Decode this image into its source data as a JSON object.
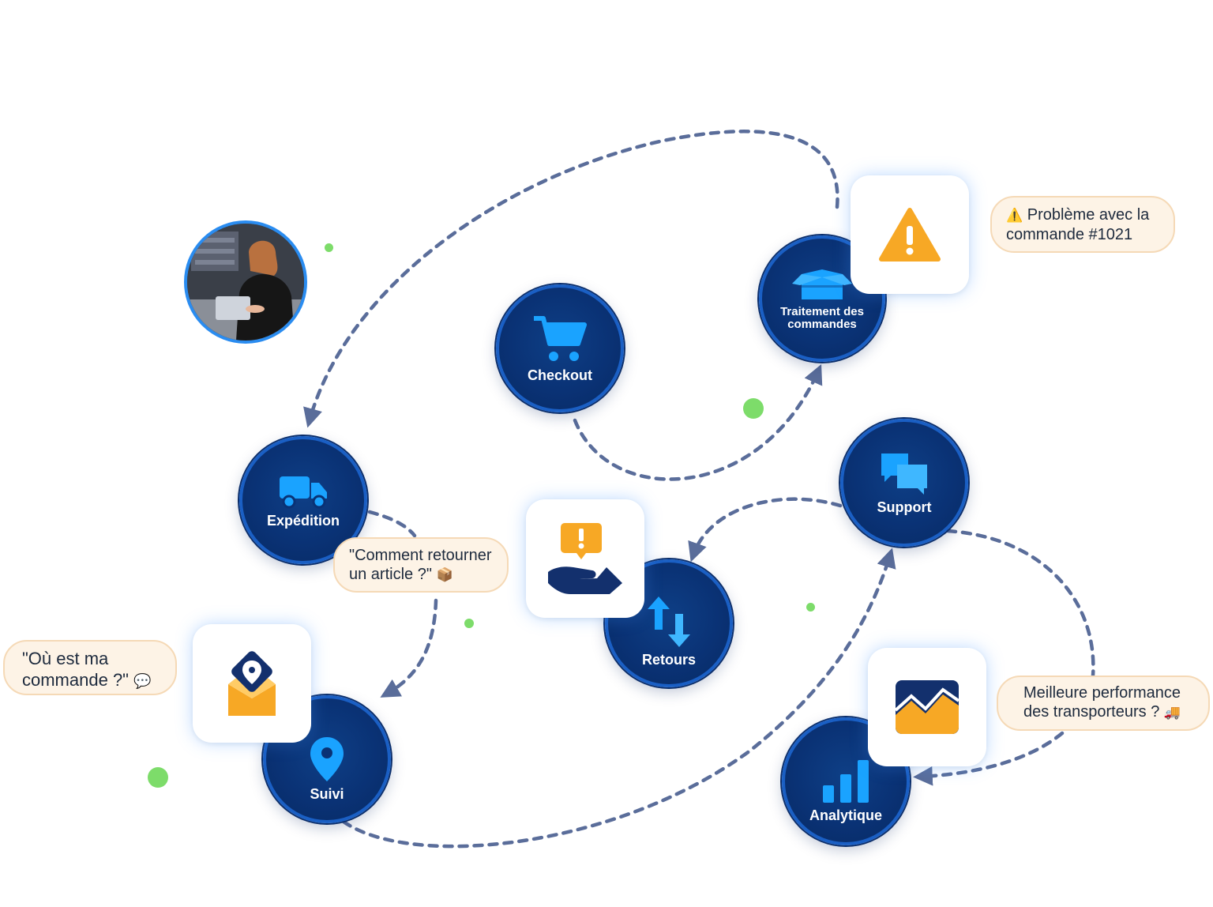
{
  "nodes": {
    "checkout": {
      "label": "Checkout",
      "icon": "shopping-cart-icon"
    },
    "order_processing": {
      "label_line1": "Traitement des",
      "label_line2": "commandes",
      "icon": "open-box-icon"
    },
    "shipping": {
      "label": "Expédition",
      "icon": "delivery-truck-icon"
    },
    "support": {
      "label": "Support",
      "icon": "chat-bubbles-icon"
    },
    "returns": {
      "label": "Retours",
      "icon": "return-arrows-icon"
    },
    "tracking": {
      "label": "Suivi",
      "icon": "map-pin-icon"
    },
    "analytics": {
      "label": "Analytique",
      "icon": "bar-chart-icon"
    }
  },
  "bubbles": {
    "order_problem": {
      "line1": "Problème avec la",
      "line2": "commande #1021",
      "emoji": "⚠️"
    },
    "return_question": {
      "line1": "\"Comment retourner",
      "line2": "un article ?\"",
      "emoji": "📦"
    },
    "where_order": {
      "line1": "\"Où est ma",
      "line2": "commande ?\"",
      "emoji": "💬"
    },
    "carrier_perf": {
      "line1": "Meilleure performance",
      "line2": "des transporteurs ?",
      "emoji": "🚚"
    }
  },
  "cards": {
    "alert": {
      "icon": "warning-triangle-icon"
    },
    "helping_hand": {
      "icon": "hand-alert-icon"
    },
    "tracking_mail": {
      "icon": "location-envelope-icon"
    },
    "trend_chart": {
      "icon": "trend-chart-icon"
    }
  },
  "colors": {
    "node_fill": "#0a3275",
    "node_ring": "#1a5fc4",
    "icon_blue": "#1aa3ff",
    "connector": "#5a6d9a",
    "bubble_fill": "#fdf3e6",
    "accent_orange": "#f7a825",
    "status_dot": "#7ddc6a"
  }
}
